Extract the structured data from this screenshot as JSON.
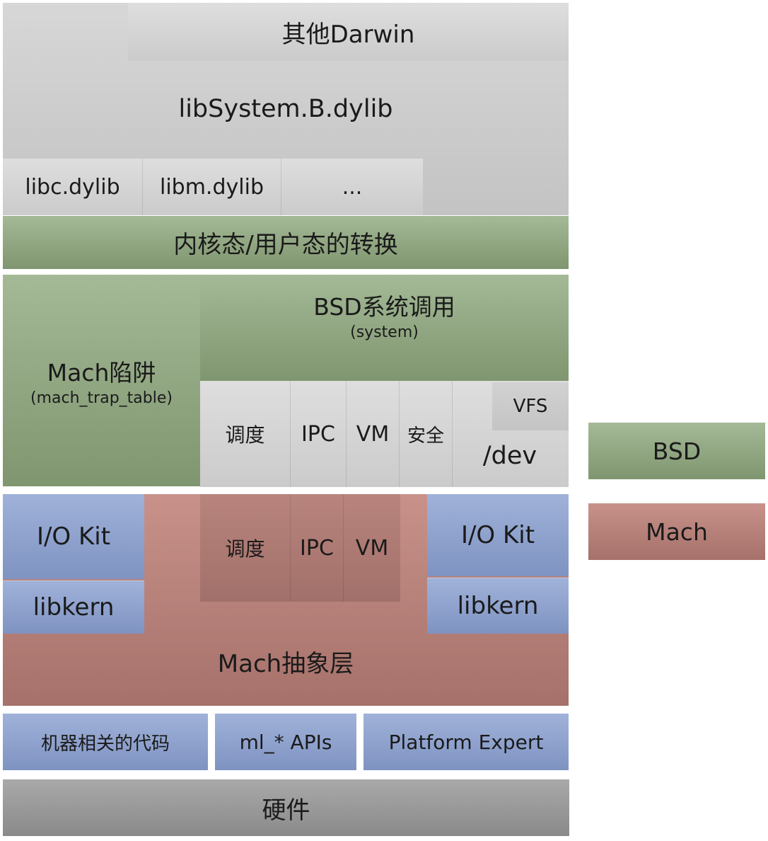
{
  "userland": {
    "other_darwin": "其他Darwin",
    "libsystem": "libSystem.B.dylib",
    "libc": "libc.dylib",
    "libm": "libm.dylib",
    "more": "..."
  },
  "transition": "内核态/用户态的转换",
  "bsd": {
    "mach_trap": "Mach陷阱",
    "mach_trap_sub": "(mach_trap_table)",
    "syscall": "BSD系统调用",
    "syscall_sub": "(system)",
    "sched": "调度",
    "ipc": "IPC",
    "vm": "VM",
    "security": "安全",
    "vfs": "VFS",
    "dev": "/dev"
  },
  "mach": {
    "iokit_left": "I/O Kit",
    "libkern_left": "libkern",
    "iokit_right": "I/O Kit",
    "libkern_right": "libkern",
    "sched": "调度",
    "ipc": "IPC",
    "vm": "VM",
    "abstraction": "Mach抽象层"
  },
  "platform": {
    "machine_code": "机器相关的代码",
    "ml_apis": "ml_* APIs",
    "expert": "Platform Expert"
  },
  "hardware": "硬件",
  "legend": {
    "bsd": "BSD",
    "mach": "Mach"
  },
  "colors": {
    "bsd_green": "#8ca27d",
    "mach_red": "#b07c74",
    "iokit_blue": "#8fa2cd",
    "userland_gray": "#cccccc",
    "hardware_gray": "#9a9a9a"
  }
}
